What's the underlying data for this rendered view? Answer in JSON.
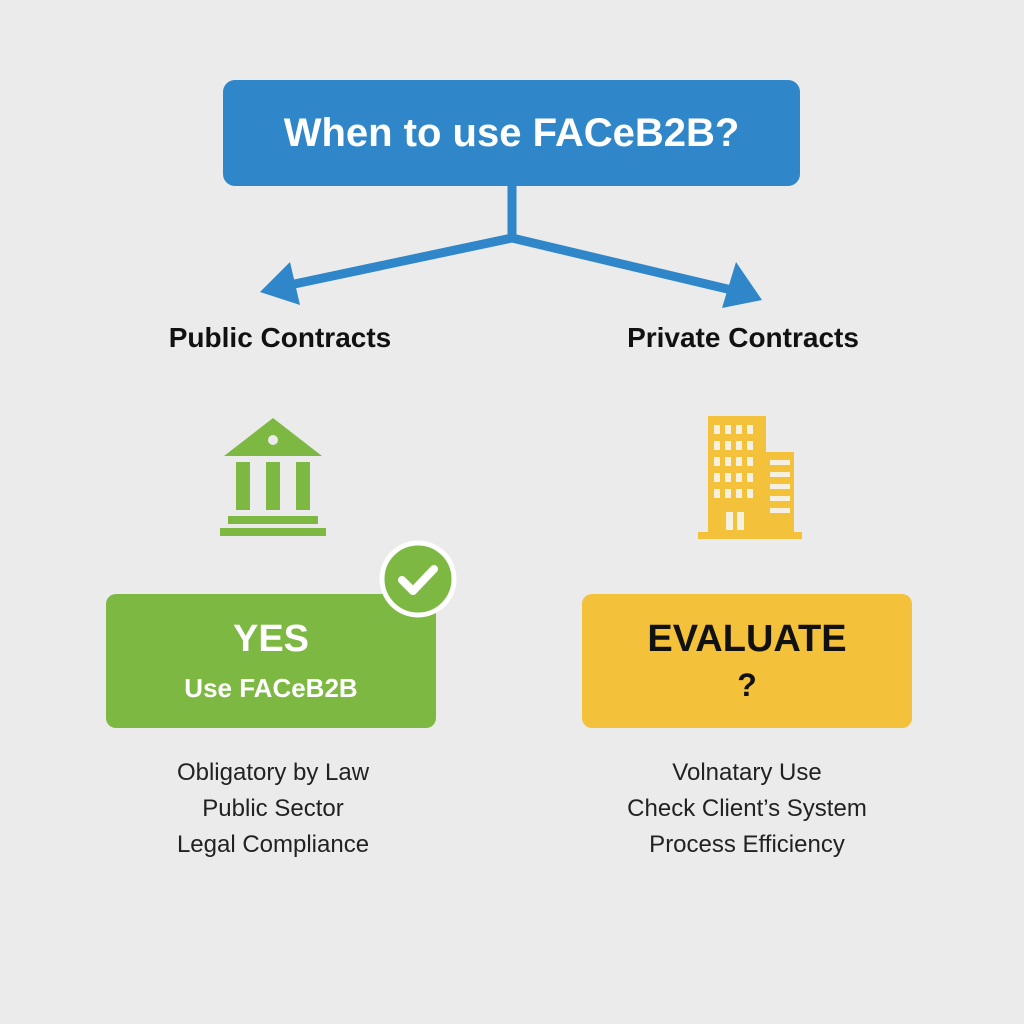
{
  "title": "When to use FACeB2B?",
  "branches": [
    {
      "label": "Public Contracts",
      "icon": "government-building-icon",
      "box_title": "YES",
      "box_subtitle": "Use FACeB2B",
      "badge": "check-icon",
      "color": "#7db843",
      "notes": [
        "Obligatory by Law",
        "Public Sector",
        "Legal Compliance"
      ]
    },
    {
      "label": "Private Contracts",
      "icon": "office-building-icon",
      "box_title": "EVALUATE",
      "box_subtitle": "?",
      "color": "#f4c13b",
      "notes": [
        "Volnatary Use",
        "Check Client’s System",
        "Process Efficiency"
      ]
    }
  ],
  "colors": {
    "primary": "#2f86c8",
    "background": "#ebebeb"
  }
}
